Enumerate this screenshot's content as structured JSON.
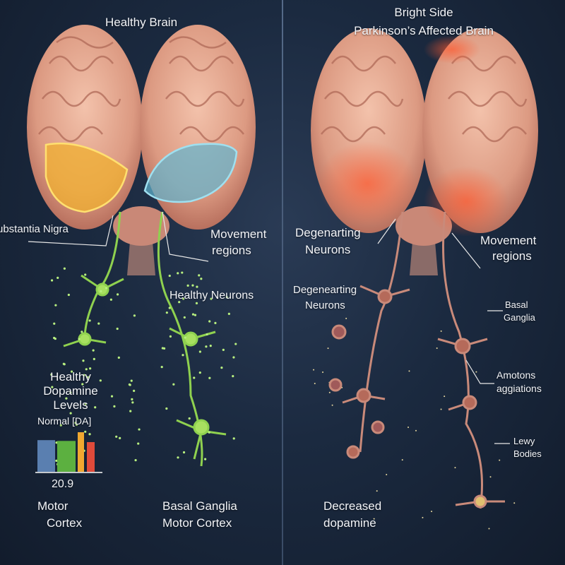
{
  "left": {
    "title": "Healthy Brain",
    "labels": {
      "substantia_nigra": "ubstantia Nigra",
      "movement_regions_1": "Movement",
      "movement_regions_2": "regions",
      "healthy_neurons": "Healthy Neurons",
      "dopamine_1": "Healthy",
      "dopamine_2": "Dopamine",
      "dopamine_3": "Levels",
      "normal_da": "Normal [DA]",
      "value": "20.9",
      "motor_cortex_1": "Motor",
      "motor_cortex_2": "Cortex",
      "basal_1": "Basal Ganglia",
      "basal_2": "Motor Cortex"
    },
    "bars": [
      {
        "color": "#5a7fb0",
        "level": 0.8
      },
      {
        "color": "#5cb040",
        "level": 0.78
      },
      {
        "color": "#f0a830",
        "level": 1.0
      },
      {
        "color": "#e04a3a",
        "level": 0.75
      }
    ],
    "neuron_color": "#8fd14f"
  },
  "right": {
    "title_1": "Bright Side",
    "title_2": "Parkinson’s Affected Brain",
    "labels": {
      "degen_1a": "Degenarting",
      "degen_1b": "Neurons",
      "movement_1": "Movement",
      "movement_2": "regions",
      "degen_2a": "Degenearting",
      "degen_2b": "Neurons",
      "basal_1": "Basal",
      "basal_2": "Ganglia",
      "agg_1": "Amotons",
      "agg_2": "aggiations",
      "lewy_1": "Lewy",
      "lewy_2": "Bodies",
      "decreased_1": "Decreased",
      "decreased_2": "dopamine"
    },
    "neuron_color": "#c98a7a"
  },
  "colors": {
    "background": "#1b2a40",
    "brain": "#e7a890",
    "healthy_left_region": "#f0b030",
    "healthy_right_region": "#5fb5d0",
    "affected_region": "#e85a3a"
  }
}
